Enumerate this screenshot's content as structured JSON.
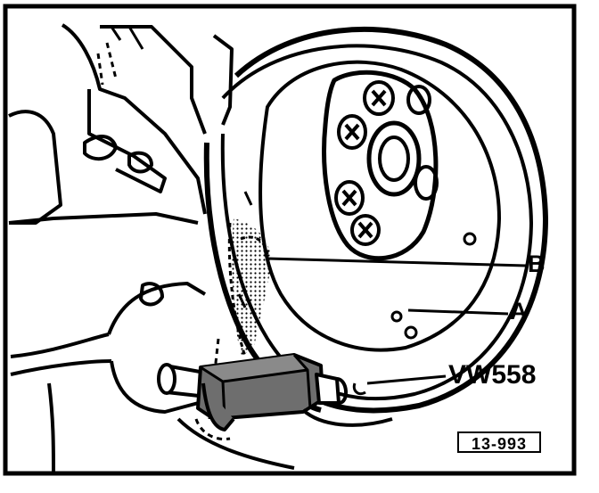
{
  "labels": {
    "b": "B",
    "a": "A",
    "tool": "VW558",
    "figure_number": "13-993"
  },
  "icons": {
    "flywheel": "flywheel-illustration",
    "tool": "counterhold-tool-illustration"
  },
  "colors": {
    "ink": "#000000",
    "paper": "#ffffff",
    "shade": "#6e6e6e"
  }
}
